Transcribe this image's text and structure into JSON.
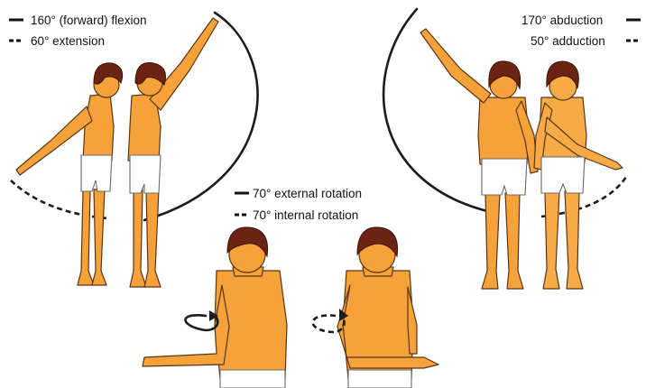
{
  "labels": {
    "flexion": "160° (forward) flexion",
    "extension": "60° extension",
    "abduction": "170° abduction",
    "adduction": "50° adduction",
    "external_rotation": "70° external rotation",
    "internal_rotation": "70° internal rotation"
  },
  "legend_styles": {
    "solid": "solid line",
    "dashed": "dashed line"
  },
  "colors": {
    "skin": "#f5a23a",
    "hair": "#6b2414",
    "arc": "#1c1c1c",
    "briefs": "#ffffff"
  }
}
